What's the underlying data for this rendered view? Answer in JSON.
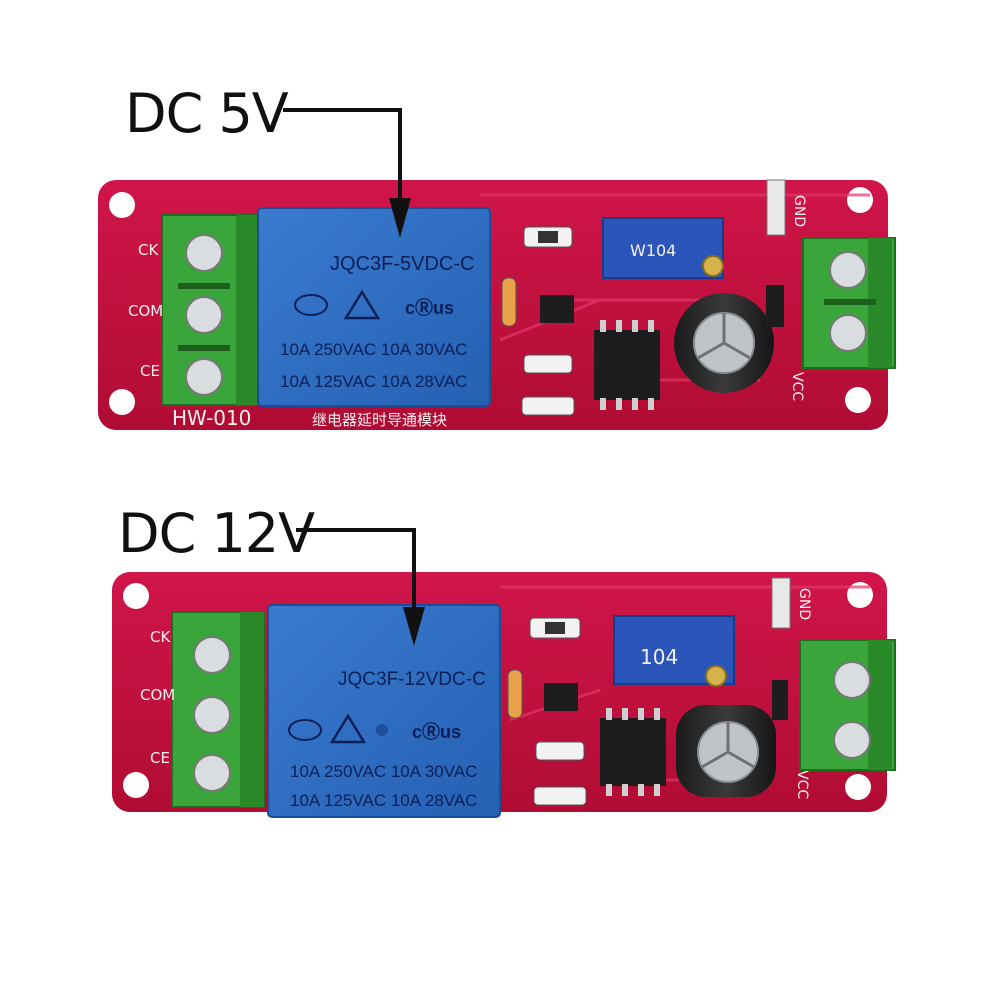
{
  "callouts": {
    "top": "DC 5V",
    "bottom": "DC 12V"
  },
  "boards": [
    {
      "relay_model": "JQC3F-5VDC-C",
      "relay_rating_1": "10A 250VAC 10A 30VAC",
      "relay_rating_2": "10A 125VAC 10A 28VAC",
      "pin_labels": [
        "CK",
        "COM",
        "CE"
      ],
      "model_label": "HW-010",
      "cn_label": "继电器延时导通模块",
      "power_labels": [
        "GND",
        "VCC"
      ],
      "pot_label": "W104"
    },
    {
      "relay_model": "JQC3F-12VDC-C",
      "relay_rating_1": "10A 250VAC 10A 30VAC",
      "relay_rating_2": "10A 125VAC 10A 28VAC",
      "pin_labels": [
        "CK",
        "COM",
        "CE"
      ],
      "power_labels": [
        "GND",
        "VCC"
      ],
      "pot_label": "104"
    }
  ],
  "colors": {
    "pcb": "#c3103b",
    "relay": "#2e6fc0",
    "terminal": "#3aa53a",
    "pot": "#2b55b8"
  }
}
